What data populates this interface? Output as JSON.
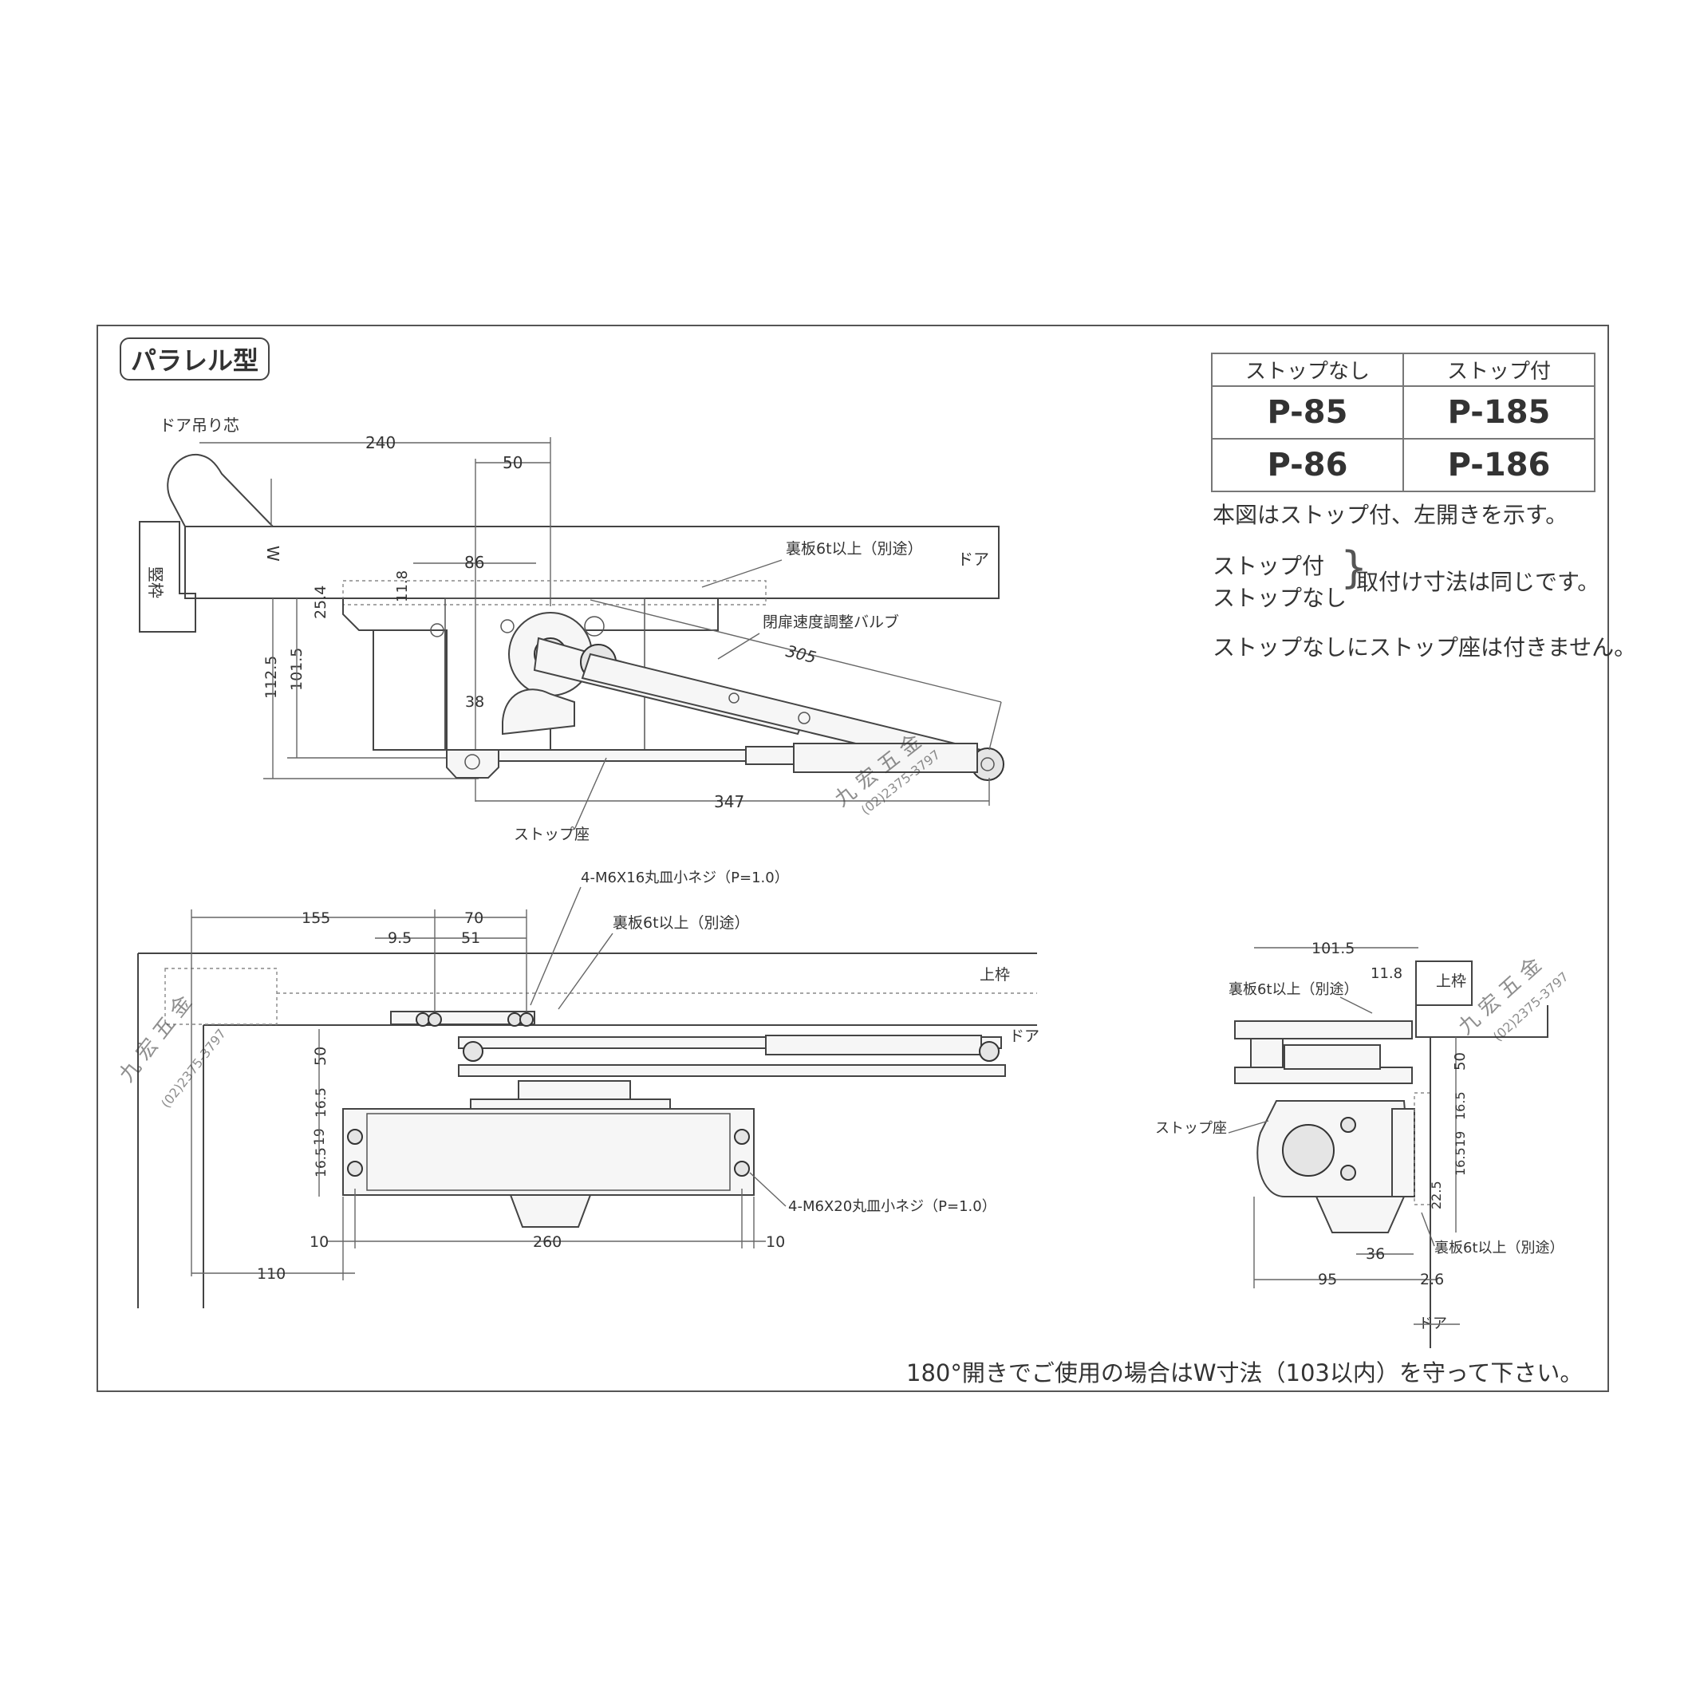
{
  "title": "パラレル型",
  "model_table": {
    "headers": [
      "ストップなし",
      "ストップ付"
    ],
    "rows": [
      [
        "P-85",
        "P-185"
      ],
      [
        "P-86",
        "P-186"
      ]
    ]
  },
  "notes": {
    "line1": "本図はストップ付、左開きを示す。",
    "stop_with": "ストップ付",
    "stop_without": "ストップなし",
    "same_dims": "取付け寸法は同じです。",
    "line3": "ストップなしにストップ座は付きません。",
    "footer": "180°開きでご使用の場合はW寸法（103以内）を守って下さい。"
  },
  "top_view": {
    "pivot_label": "ドア吊り芯",
    "frame_label": "竪枠",
    "door_label": "ドア",
    "backplate_label": "裏板6t以上（別途）",
    "valve_label": "閉扉速度調整バルブ",
    "stop_seat_label": "ストップ座",
    "w_label": "W",
    "dims": [
      "240",
      "50",
      "86",
      "25.4",
      "11.8",
      "112.5",
      "101.5",
      "38",
      "305",
      "347"
    ]
  },
  "front_view": {
    "screw_top_label": "4-M6X16丸皿小ネジ（P=1.0）",
    "backplate_label": "裏板6t以上（別途）",
    "head_frame_label": "上枠",
    "door_label": "ドア",
    "screw_bottom_label": "4-M6X20丸皿小ネジ（P=1.0）",
    "dims": [
      "155",
      "70",
      "9.5",
      "51",
      "50",
      "16.5",
      "19",
      "16.5",
      "10",
      "260",
      "10",
      "110"
    ]
  },
  "side_view": {
    "backplate_label_top": "裏板6t以上（別途）",
    "head_frame_label": "上枠",
    "stop_seat_label": "ストップ座",
    "backplate_label_bottom": "裏板6t以上（別途）",
    "door_label": "ドア",
    "dims": [
      "101.5",
      "11.8",
      "50",
      "16.5",
      "19",
      "16.5",
      "22.5",
      "36",
      "95",
      "2.6"
    ]
  },
  "watermark": {
    "name": "九 宏 五 金",
    "phone": "(02)2375-3797"
  }
}
